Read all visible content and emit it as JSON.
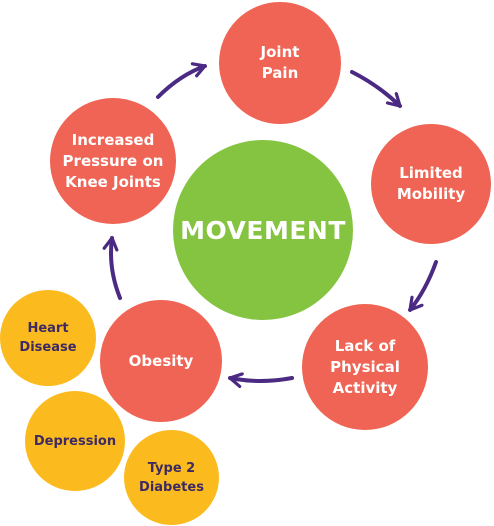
{
  "center": {
    "label": "MOVEMENT"
  },
  "cycle": [
    {
      "id": "joint-pain",
      "label": "Joint\nPain"
    },
    {
      "id": "limited-mobility",
      "label": "Limited\nMobility"
    },
    {
      "id": "lack-activity",
      "label": "Lack of\nPhysical\nActivity"
    },
    {
      "id": "obesity",
      "label": "Obesity"
    },
    {
      "id": "knee-pressure",
      "label": "Increased\nPressure on\nKnee Joints"
    }
  ],
  "conditions": [
    {
      "id": "heart-disease",
      "label": "Heart\nDisease"
    },
    {
      "id": "depression",
      "label": "Depression"
    },
    {
      "id": "type2-diabetes",
      "label": "Type 2\nDiabetes"
    }
  ],
  "colors": {
    "cycle_node": "#ef6454",
    "center_node": "#85c440",
    "condition_node": "#fbbb1f",
    "arrow": "#4a2a82",
    "condition_text": "#3d2a63"
  }
}
